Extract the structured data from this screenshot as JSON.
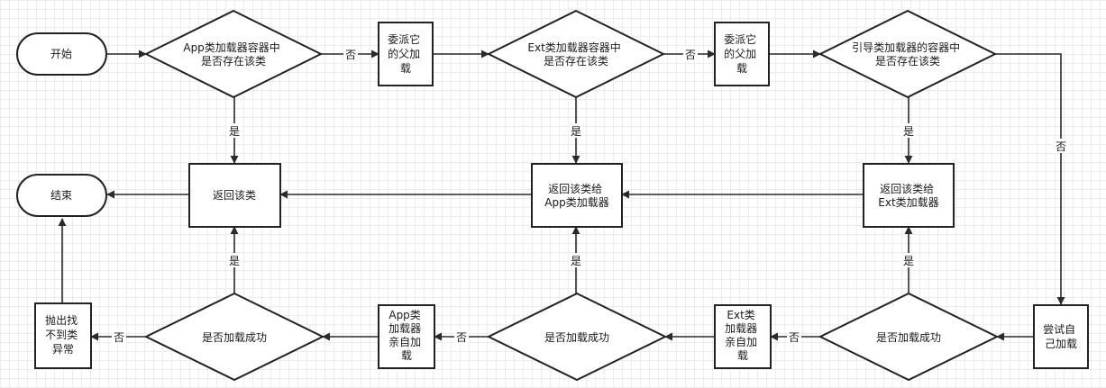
{
  "nodes": {
    "start": "开始",
    "end": "结束",
    "app_check": [
      "App类加载器容器中",
      "是否存在该类"
    ],
    "delegate1": [
      "委派它",
      "的父加",
      "载"
    ],
    "ext_check": [
      "Ext类加载器容器中",
      "是否存在该类"
    ],
    "delegate2": [
      "委派它",
      "的父加",
      "载"
    ],
    "boot_check": [
      "引导类加载器的容器中",
      "是否存在该类"
    ],
    "return_class": "返回该类",
    "return_app": [
      "返回该类给",
      "App类加载器"
    ],
    "return_ext": [
      "返回该类给",
      "Ext类加载器"
    ],
    "throw_ex": [
      "抛出找",
      "不到类",
      "异常"
    ],
    "app_ok": "是否加载成功",
    "app_load": [
      "App类",
      "加载器",
      "亲自加",
      "载"
    ],
    "ext_ok": "是否加载成功",
    "ext_load": [
      "Ext类",
      "加载器",
      "亲自加",
      "载"
    ],
    "boot_ok": "是否加载成功",
    "try_load": [
      "尝试自",
      "己加载"
    ]
  },
  "labels": {
    "yes": "是",
    "no": "否"
  }
}
